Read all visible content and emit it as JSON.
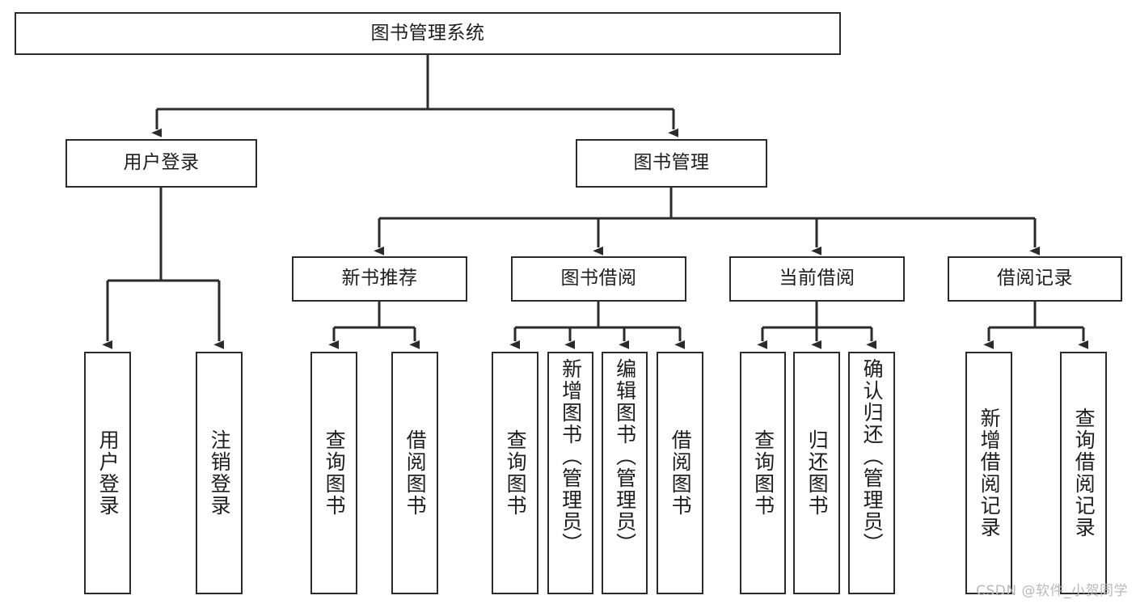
{
  "diagram": {
    "title": "图书管理系统",
    "type": "tree-hierarchy",
    "root": {
      "label": "图书管理系统"
    },
    "level1": [
      {
        "label": "用户登录"
      },
      {
        "label": "图书管理"
      }
    ],
    "level2": [
      {
        "label": "新书推荐"
      },
      {
        "label": "图书借阅"
      },
      {
        "label": "当前借阅"
      },
      {
        "label": "借阅记录"
      }
    ],
    "leaves": {
      "user_login": [
        {
          "label": "用户登录"
        },
        {
          "label": "注销登录"
        }
      ],
      "new_book_recommend": [
        {
          "label": "查询图书"
        },
        {
          "label": "借阅图书"
        }
      ],
      "book_borrow": [
        {
          "label": "查询图书"
        },
        {
          "label": "新增图书（管理员）"
        },
        {
          "label": "编辑图书（管理员）"
        },
        {
          "label": "借阅图书"
        }
      ],
      "current_borrow": [
        {
          "label": "查询图书"
        },
        {
          "label": "归还图书"
        },
        {
          "label": "确认归还（管理员）"
        }
      ],
      "borrow_records": [
        {
          "label": "新增借阅记录"
        },
        {
          "label": "查询借阅记录"
        }
      ]
    },
    "colors": {
      "stroke": "#2b2b2b",
      "fill": "#ffffff",
      "text": "#1d1d1d",
      "watermark": "#b9b9b9"
    }
  },
  "watermark": {
    "text": "CSDN @软件_小贺同学"
  }
}
